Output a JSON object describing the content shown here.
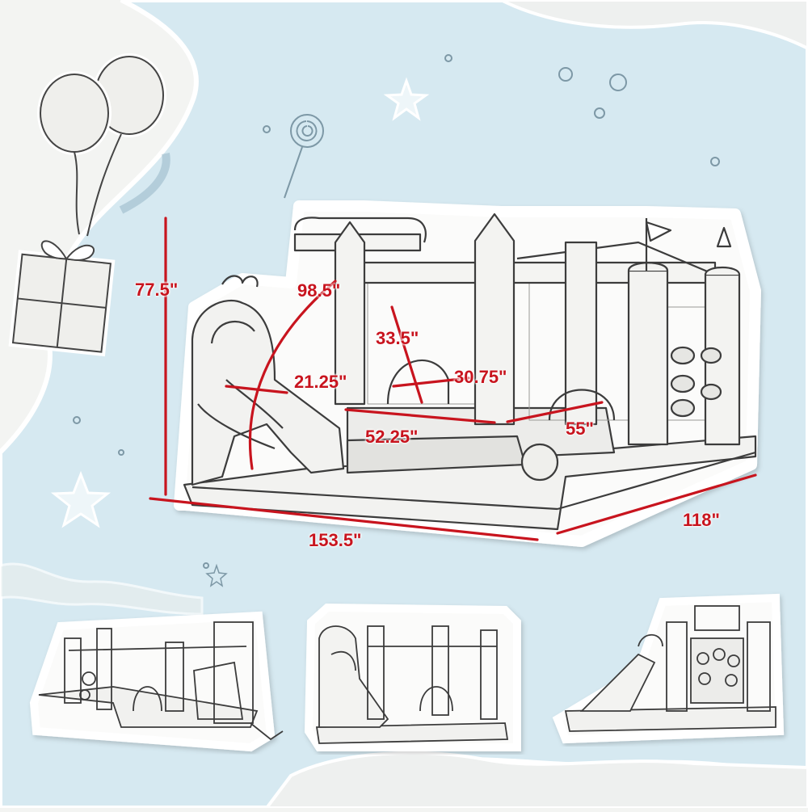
{
  "colors": {
    "dimension": "#c8141e",
    "paper": "#f3f4f2",
    "sky": "#d6e9f1",
    "ink": "#3c3c3c",
    "sticker_border": "#ffffff"
  },
  "dimensions": {
    "overall_height": "77.5\"",
    "slide_length": "98.5\"",
    "wall_height": "33.5\"",
    "slide_width": "21.25\"",
    "hoop_width": "30.75\"",
    "pool_length": "52.25\"",
    "pool_width": "55\"",
    "overall_length": "153.5\"",
    "overall_width": "118\""
  },
  "icons": [
    "balloon-icon",
    "gift-box-icon",
    "star-icon",
    "lollipop-icon",
    "bubble-icon"
  ]
}
